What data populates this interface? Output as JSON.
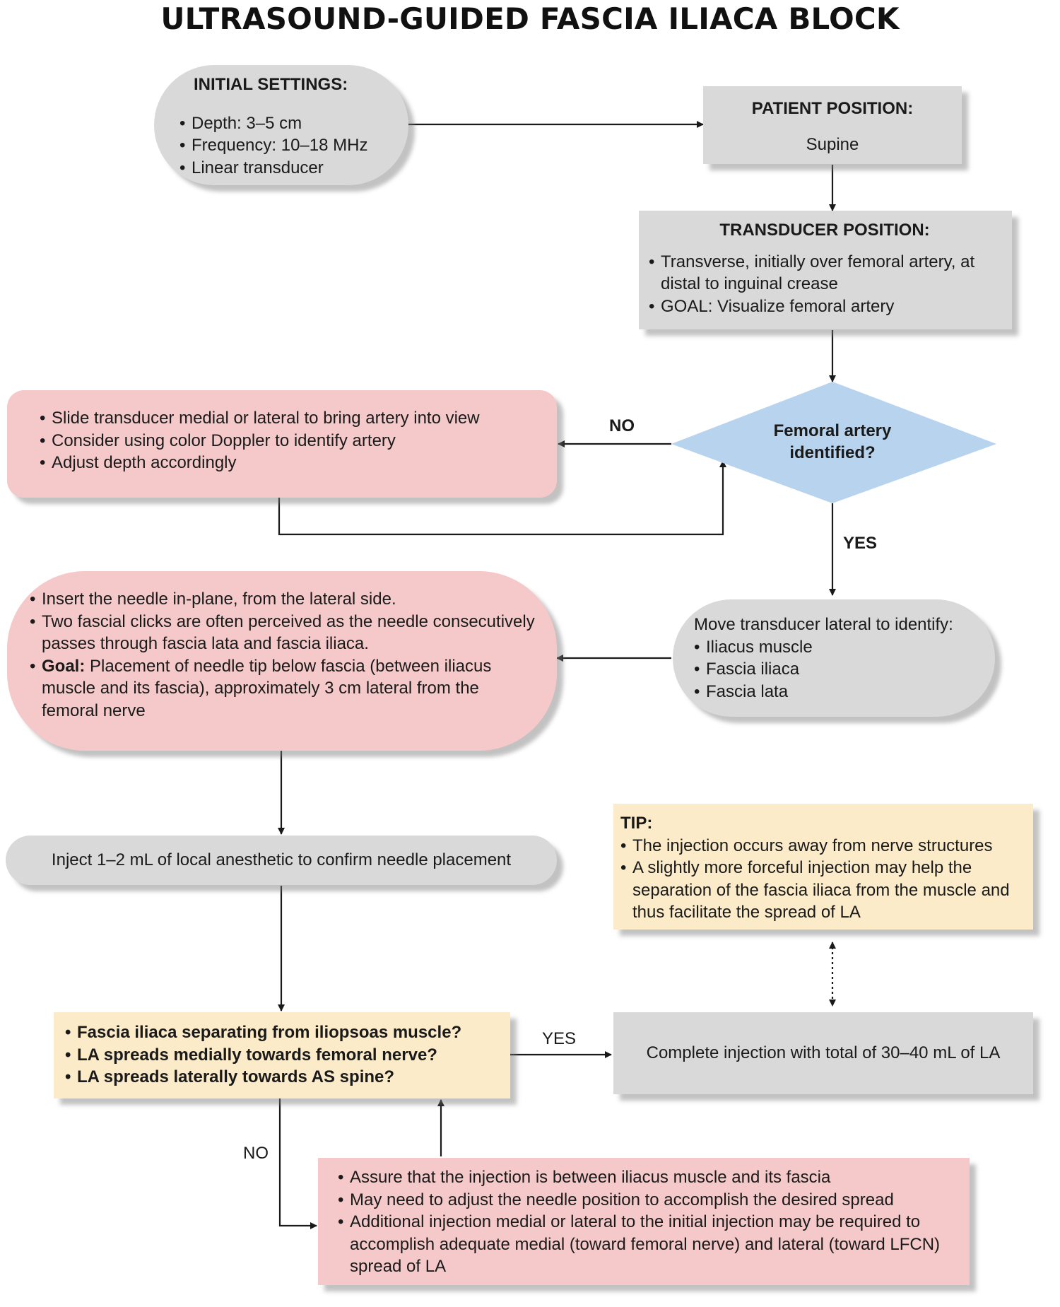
{
  "title": "ULTRASOUND-GUIDED FASCIA ILIACA BLOCK",
  "initial_settings": {
    "heading": "INITIAL SETTINGS:",
    "items": [
      "Depth: 3–5 cm",
      "Frequency: 10–18 MHz",
      "Linear transducer"
    ]
  },
  "patient_position": {
    "heading": "PATIENT POSITION:",
    "text": "Supine"
  },
  "transducer_position": {
    "heading": "TRANSDUCER POSITION:",
    "items": [
      "Transverse, initially over femoral artery, at distal to inguinal crease",
      "GOAL: Visualize femoral artery"
    ]
  },
  "decision_artery": {
    "text": "Femoral artery identified?",
    "no_label": "NO",
    "yes_label": "YES"
  },
  "reposition_box": {
    "items": [
      "Slide transducer medial or lateral to bring artery into view",
      "Consider using color Doppler to identify artery",
      "Adjust depth accordingly"
    ]
  },
  "move_lateral": {
    "heading": "Move transducer lateral to identify:",
    "items": [
      "Iliacus muscle",
      "Fascia iliaca",
      "Fascia lata"
    ]
  },
  "insert_needle": {
    "items": [
      "Insert the needle in-plane, from the lateral side.",
      "Two fascial clicks are often perceived as the needle consecutively passes through fascia lata and fascia iliaca."
    ],
    "goal_label": "Goal:",
    "goal_text": "Placement of needle tip below fascia (between iliacus muscle and its fascia), approximately 3 cm lateral from the femoral nerve"
  },
  "inject_test": {
    "text": "Inject 1–2 mL of local anesthetic to confirm needle placement"
  },
  "tip": {
    "heading": "TIP:",
    "items": [
      "The injection occurs away from nerve structures",
      "A slightly more forceful injection may help the separation of the fascia iliaca from the muscle and thus facilitate the spread of LA"
    ]
  },
  "check_spread": {
    "items": [
      "Fascia iliaca separating from iliopsoas muscle?",
      "LA spreads medially towards femoral nerve?",
      "LA spreads laterally towards AS spine?"
    ],
    "yes_label": "YES",
    "no_label": "NO"
  },
  "complete": {
    "text": "Complete injection with total of 30–40 mL of LA"
  },
  "adjust_box": {
    "items": [
      "Assure that the injection is between iliacus muscle and its fascia",
      "May need to adjust the needle position to accomplish the desired spread",
      "Additional injection medial or lateral to the initial injection may be required to accomplish adequate medial (toward femoral nerve) and lateral (toward LFCN) spread of LA"
    ]
  },
  "colors": {
    "gray": "#d9d9da",
    "pink": "#f5c9c9",
    "yellow": "#fcebc9",
    "blue": "#b7d3ee",
    "line": "#1a1a1a"
  }
}
